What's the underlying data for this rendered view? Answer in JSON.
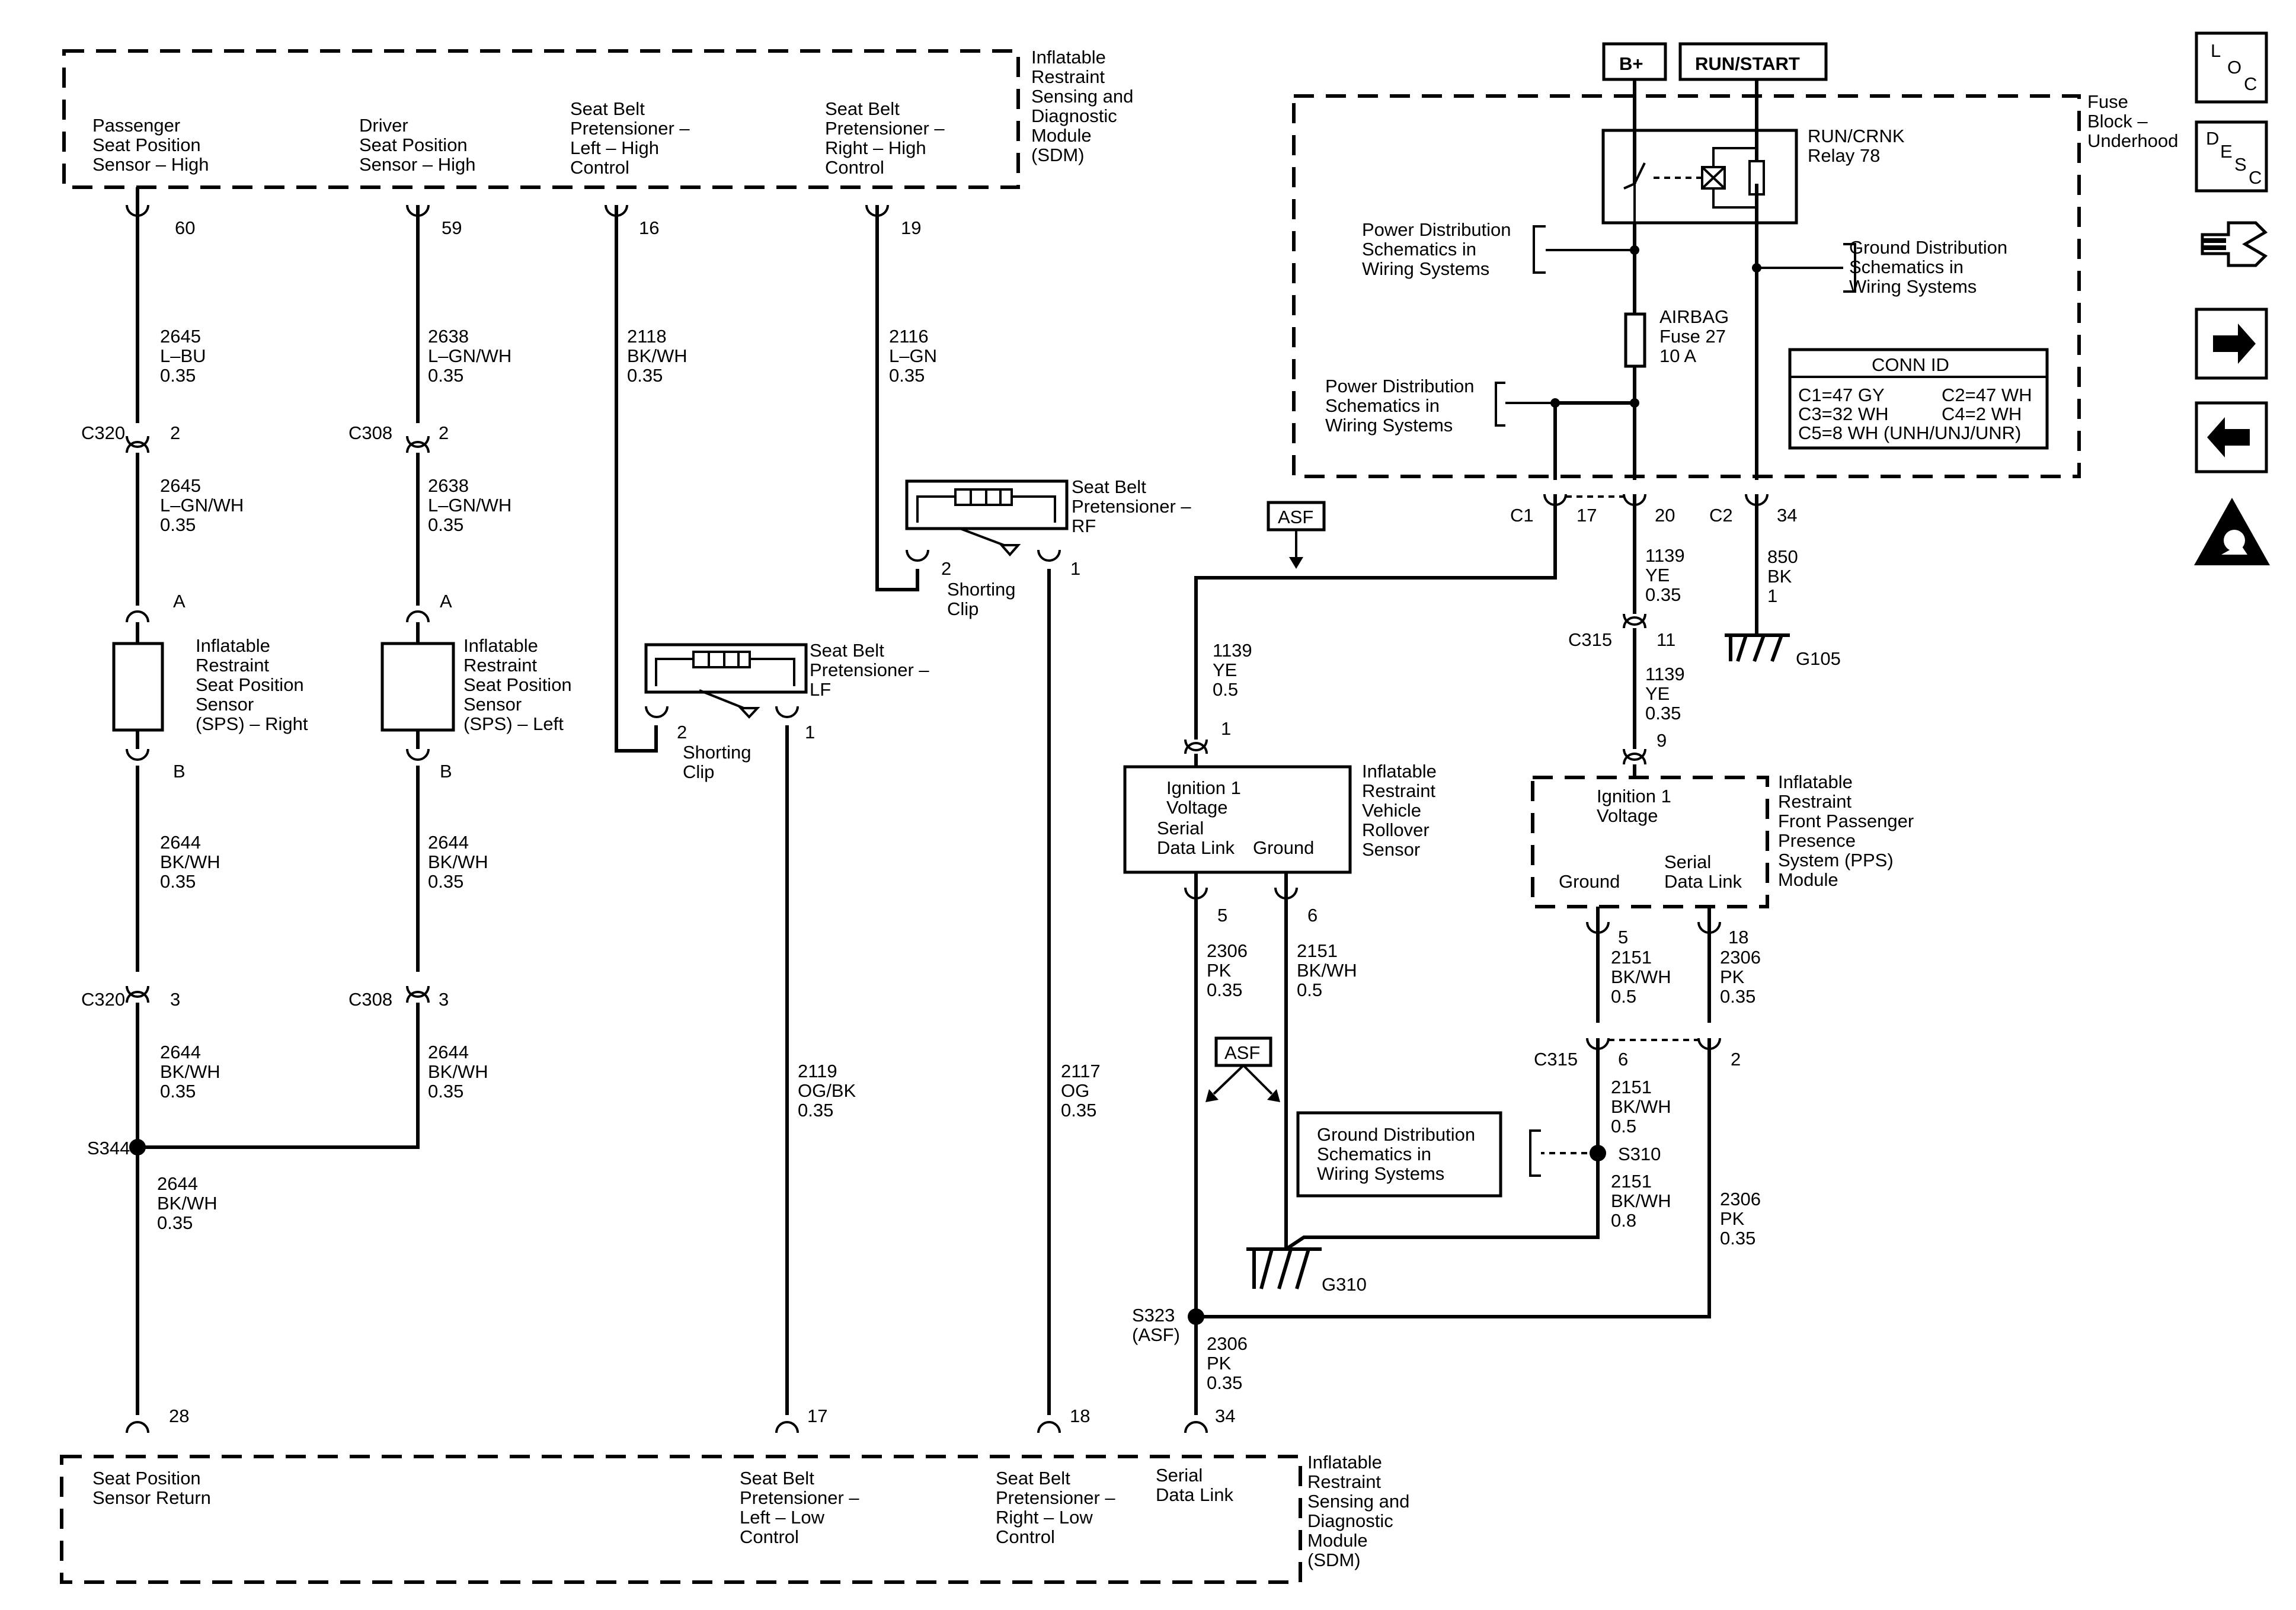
{
  "sdm_top": {
    "label": [
      "Inflatable",
      "Restraint",
      "Sensing and",
      "Diagnostic",
      "Module",
      "(SDM)"
    ]
  },
  "sdm_bottom": {
    "label": [
      "Inflatable",
      "Restraint",
      "Sensing and",
      "Diagnostic",
      "Module",
      "(SDM)"
    ]
  },
  "fuse_block": {
    "label": [
      "Fuse",
      "Block –",
      "Underhood"
    ]
  },
  "power": {
    "bplus": "B+",
    "runstart": "RUN/START"
  },
  "relay": {
    "label": [
      "RUN/CRNK",
      "Relay 78"
    ]
  },
  "fuse": {
    "label": [
      "AIRBAG",
      "Fuse 27",
      "10 A"
    ]
  },
  "refs": {
    "pwr1": [
      "Power Distribution",
      "Schematics in",
      "Wiring Systems"
    ],
    "pwr2": [
      "Power Distribution",
      "Schematics in",
      "Wiring Systems"
    ],
    "gnd1": [
      "Ground Distribution",
      "Schematics in",
      "Wiring Systems"
    ],
    "gnd2": [
      "Ground Distribution",
      "Schematics in",
      "Wiring Systems"
    ]
  },
  "conn_id": {
    "title": "CONN ID",
    "rows": [
      [
        "C1=47 GY",
        "C2=47 WH"
      ],
      [
        "C3=32 WH",
        "C4=2 WH"
      ],
      [
        "C5=8 WH (UNH/UNJ/UNR)",
        ""
      ]
    ]
  },
  "asf": {
    "top": "ASF",
    "mid": "ASF"
  },
  "top_pins": {
    "p60": {
      "label": [
        "Passenger",
        "Seat Position",
        "Sensor – High"
      ],
      "num": "60"
    },
    "p59": {
      "label": [
        "Driver",
        "Seat Position",
        "Sensor – High"
      ],
      "num": "59"
    },
    "p16": {
      "label": [
        "Seat Belt",
        "Pretensioner –",
        "Left – High",
        "Control"
      ],
      "num": "16"
    },
    "p19": {
      "label": [
        "Seat Belt",
        "Pretensioner –",
        "Right – High",
        "Control"
      ],
      "num": "19"
    }
  },
  "bottom_pins": {
    "p28": {
      "label": [
        "Seat Position",
        "Sensor Return"
      ],
      "num": "28"
    },
    "p17": {
      "label": [
        "Seat Belt",
        "Pretensioner –",
        "Left – Low",
        "Control"
      ],
      "num": "17"
    },
    "p18": {
      "label": [
        "Seat Belt",
        "Pretensioner –",
        "Right – Low",
        "Control"
      ],
      "num": "18"
    },
    "p34": {
      "label": [
        "Serial",
        "Data Link"
      ],
      "num": "34"
    }
  },
  "wires": {
    "w1": [
      "2645",
      "L–BU",
      "0.35"
    ],
    "w2": [
      "2645",
      "L–GN/WH",
      "0.35"
    ],
    "w3": [
      "2644",
      "BK/WH",
      "0.35"
    ],
    "w4": [
      "2644",
      "BK/WH",
      "0.35"
    ],
    "w5": [
      "2644",
      "BK/WH",
      "0.35"
    ],
    "w6": [
      "2638",
      "L–GN/WH",
      "0.35"
    ],
    "w7": [
      "2638",
      "L–GN/WH",
      "0.35"
    ],
    "w8": [
      "2644",
      "BK/WH",
      "0.35"
    ],
    "w9": [
      "2644",
      "BK/WH",
      "0.35"
    ],
    "w10": [
      "2118",
      "BK/WH",
      "0.35"
    ],
    "w11": [
      "2116",
      "L–GN",
      "0.35"
    ],
    "w12": [
      "2119",
      "OG/BK",
      "0.35"
    ],
    "w13": [
      "2117",
      "OG",
      "0.35"
    ],
    "w14": [
      "1139",
      "YE",
      "0.5"
    ],
    "w15": [
      "1139",
      "YE",
      "0.35"
    ],
    "w16": [
      "1139",
      "YE",
      "0.35"
    ],
    "w17": [
      "850",
      "BK",
      "1"
    ],
    "w18": [
      "2306",
      "PK",
      "0.35"
    ],
    "w19": [
      "2151",
      "BK/WH",
      "0.5"
    ],
    "w20": [
      "2151",
      "BK/WH",
      "0.5"
    ],
    "w21": [
      "2306",
      "PK",
      "0.35"
    ],
    "w22": [
      "2151",
      "BK/WH",
      "0.5"
    ],
    "w23": [
      "2151",
      "BK/WH",
      "0.8"
    ],
    "w24": [
      "2306",
      "PK",
      "0.35"
    ],
    "w25": [
      "2306",
      "PK",
      "0.35"
    ]
  },
  "connectors": {
    "c320a": {
      "name": "C320",
      "pin": "2"
    },
    "c308a": {
      "name": "C308",
      "pin": "2"
    },
    "c320b": {
      "name": "C320",
      "pin": "3"
    },
    "c308b": {
      "name": "C308",
      "pin": "3"
    },
    "c1": {
      "name": "C1",
      "pin": "17"
    },
    "c1b": {
      "pin": "20"
    },
    "c2": {
      "name": "C2",
      "pin": "34"
    },
    "c315a": {
      "name": "C315",
      "pin": "11"
    },
    "c315b": {
      "name": "C315",
      "pin": "6"
    },
    "c315b2": {
      "pin": "2"
    }
  },
  "misc_pins": {
    "spsr_a": "A",
    "spsr_b": "B",
    "spsl_a": "A",
    "spsl_b": "B",
    "lf_2": "2",
    "lf_1": "1",
    "rf_2": "2",
    "rf_1": "1",
    "roll_1": "1",
    "roll_5": "5",
    "roll_6": "6",
    "pps_9": "9",
    "pps_5": "5",
    "pps_18": "18"
  },
  "components": {
    "sps_r": [
      "Inflatable",
      "Restraint",
      "Seat Position",
      "Sensor",
      "(SPS) – Right"
    ],
    "sps_l": [
      "Inflatable",
      "Restraint",
      "Seat Position",
      "Sensor",
      "(SPS) – Left"
    ],
    "lf": [
      "Seat Belt",
      "Pretensioner –",
      "LF"
    ],
    "rf": [
      "Seat Belt",
      "Pretensioner –",
      "RF"
    ],
    "lf_clip": [
      "Shorting",
      "Clip"
    ],
    "rf_clip": [
      "Shorting",
      "Clip"
    ],
    "rollover": [
      "Inflatable",
      "Restraint",
      "Vehicle",
      "Rollover",
      "Sensor"
    ],
    "roll_ign": [
      "Ignition 1",
      "Voltage"
    ],
    "roll_sdl": [
      "Serial",
      "Data Link"
    ],
    "roll_gnd": "Ground",
    "pps": [
      "Inflatable",
      "Restraint",
      "Front Passenger",
      "Presence",
      "System (PPS)",
      "Module"
    ],
    "pps_ign": [
      "Ignition 1",
      "Voltage"
    ],
    "pps_gnd": "Ground",
    "pps_sdl": [
      "Serial",
      "Data Link"
    ]
  },
  "splices": {
    "s344": "S344",
    "s310": "S310",
    "s323": [
      "S323",
      "(ASF)"
    ]
  },
  "grounds": {
    "g105": "G105",
    "g310": "G310"
  },
  "side_icons": {
    "loc": {
      "letters": [
        "L",
        "O",
        "C"
      ]
    },
    "desc": {
      "letters": [
        "D",
        "E",
        "S",
        "C"
      ]
    },
    "connector": "connector-pins-icon",
    "next": "arrow-right-icon",
    "prev": "arrow-left-icon",
    "warning": "airbag-warning-icon"
  }
}
